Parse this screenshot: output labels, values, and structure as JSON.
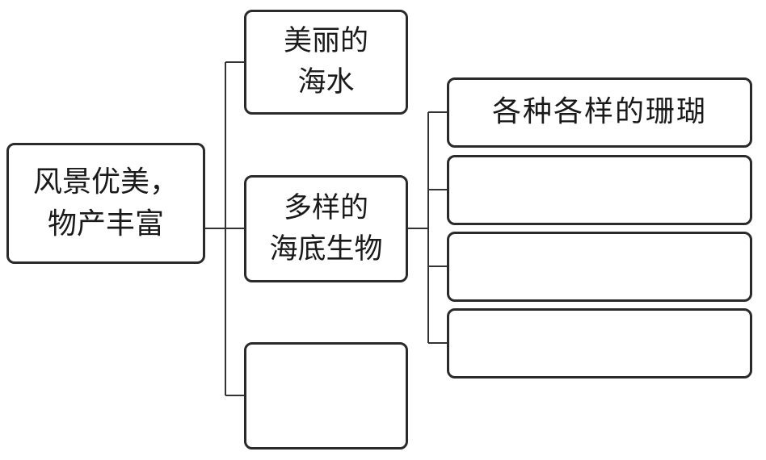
{
  "diagram": {
    "root": {
      "text": "风景优美，\n物产丰富"
    },
    "branches": [
      {
        "text": "美丽的\n海水"
      },
      {
        "text": "多样的\n海底生物"
      },
      {
        "text": ""
      }
    ],
    "sub_items": [
      {
        "text": "各种各样的珊瑚"
      },
      {
        "text": ""
      },
      {
        "text": ""
      },
      {
        "text": ""
      }
    ]
  },
  "colors": {
    "line": "#333333",
    "border": "#2a2a2a",
    "text": "#1a1a1a"
  }
}
